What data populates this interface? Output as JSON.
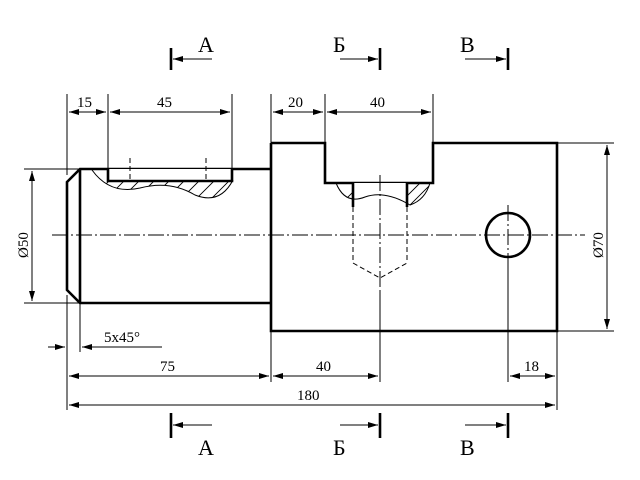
{
  "sections": {
    "a_top": "А",
    "b_top": "Б",
    "v_top": "В",
    "a_bottom": "А",
    "b_bottom": "Б",
    "v_bottom": "В"
  },
  "dimensions": {
    "d15": "15",
    "d45": "45",
    "d20": "20",
    "d40_top": "40",
    "dia50": "Ø50",
    "dia70": "Ø70",
    "chamfer": "5x45°",
    "d75": "75",
    "d40_bottom": "40",
    "d18": "18",
    "d180": "180"
  }
}
